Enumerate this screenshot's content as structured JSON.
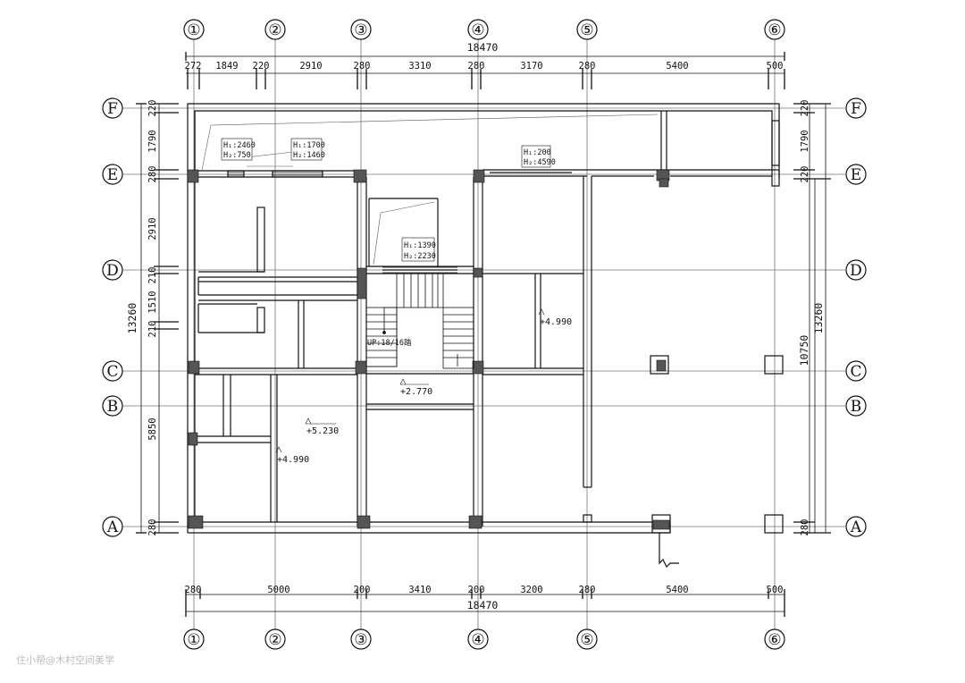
{
  "axes": {
    "columns": [
      "①",
      "②",
      "③",
      "④",
      "⑤",
      "⑥"
    ],
    "rows": [
      "F",
      "E",
      "D",
      "C",
      "B",
      "A"
    ]
  },
  "dimensions": {
    "top_total": "18470",
    "top_segments": [
      "272",
      "1849",
      "220",
      "2910",
      "280",
      "3310",
      "280",
      "3170",
      "280",
      "5400",
      "500"
    ],
    "bottom_total": "18470",
    "bottom_segments": [
      "280",
      "5000",
      "200",
      "3410",
      "200",
      "3200",
      "280",
      "5400",
      "500"
    ],
    "left_total": "13260",
    "left_segments": [
      "220",
      "1790",
      "280",
      "2910",
      "210",
      "1510",
      "210",
      "5850",
      "280"
    ],
    "right_total": "13260",
    "right_sub": "10750",
    "right_segments": [
      "220",
      "1790",
      "220",
      "280"
    ]
  },
  "annotations": {
    "win1_h1": "H₁:2460",
    "win1_h2": "H₂:750",
    "win2_h1": "H₁:1700",
    "win2_h2": "H₂:1460",
    "win3_h1": "H₁:200",
    "win3_h2": "H₂:4590",
    "win4_h1": "H₁:1390",
    "win4_h2": "H₂:2230",
    "stair": "UP:18/16踏"
  },
  "elevations": {
    "e1": "+4.990",
    "e2": "+2.770",
    "e3": "+5.230",
    "e4": "+4.990"
  },
  "watermark": "住小帮@木村空间美学"
}
